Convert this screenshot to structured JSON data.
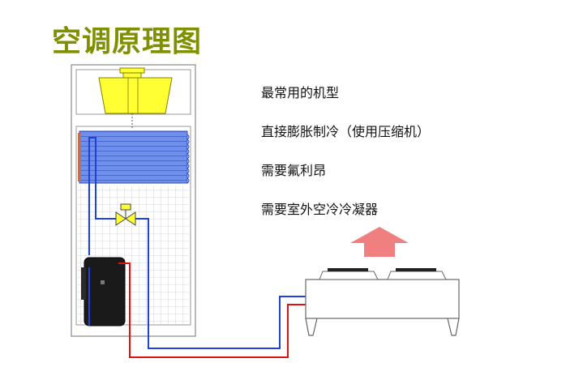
{
  "title": "空调原理图",
  "bullets": [
    "最常用的机型",
    "直接膨胀制冷（使用压缩机）",
    "需要氟利昂",
    "需要室外空冷冷凝器"
  ],
  "colors": {
    "title": "#7f8f00",
    "fan": "#ffff33",
    "coil": "#6f8fe8",
    "pipe_blue": "#2040e0",
    "pipe_red": "#e01010",
    "arrow": "#f08080",
    "compressor": "#1a1a1a",
    "cabinet_grid": "#c8ccd8"
  }
}
